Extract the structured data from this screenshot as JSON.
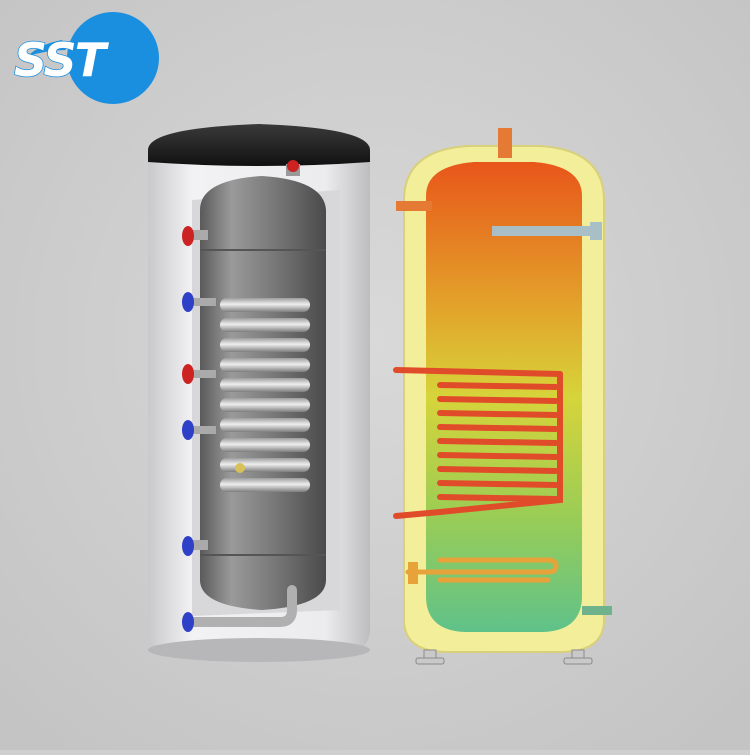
{
  "logo": {
    "text": "SST",
    "circle_color": "#1a8fe0",
    "text_color": "#ffffff"
  },
  "colors": {
    "background": "#cfcfcf",
    "tank_shell": "#e6e6e8",
    "inner_tank": "#7c7c7c",
    "cap": "#1f1f1f",
    "hot_port": "#cc2222",
    "cold_port": "#2e3fc8",
    "insulation": "#f3ee9a",
    "water_hot": "#e8611c",
    "water_mid": "#d9d338",
    "water_cold": "#69c486",
    "coil": "#e04c2a",
    "sensor": "#a8bfc8",
    "outlet": "#e47a33"
  },
  "icons": [
    "tank-cutaway-illustration",
    "tank-schematic-illustration",
    "heating-coil-icon",
    "electric-heater-icon"
  ]
}
